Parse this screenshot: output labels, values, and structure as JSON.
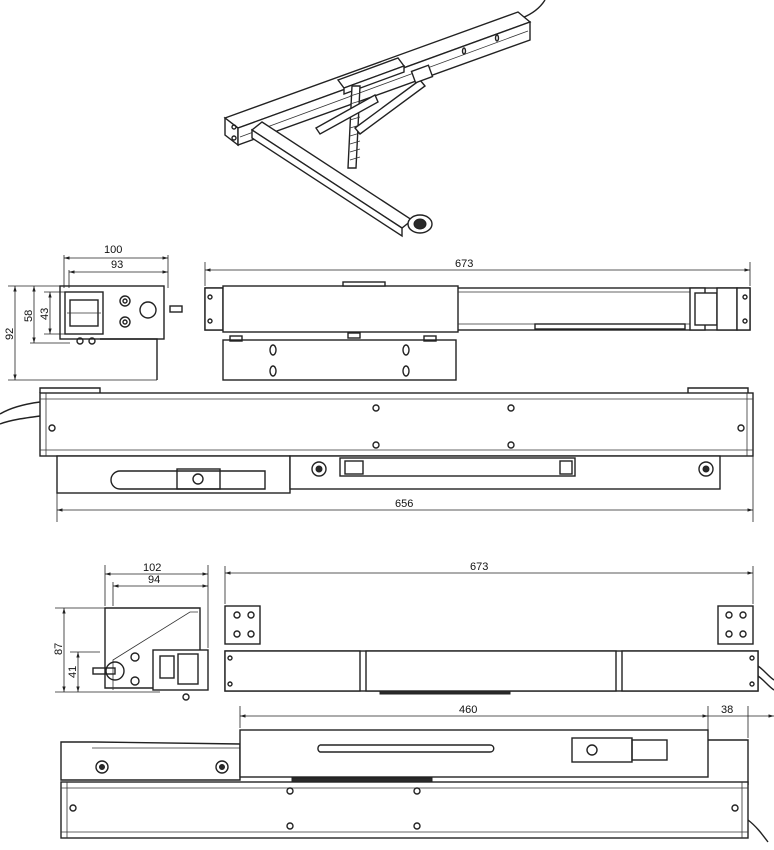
{
  "drawing": {
    "iso_view": {},
    "view_a": {
      "end_width_outer": "100",
      "end_width_inner": "93",
      "end_height_total": "92",
      "end_height_mid": "58",
      "end_height_inner": "43",
      "top_length": "673",
      "side_length": "656"
    },
    "view_b": {
      "end_width_outer": "102",
      "end_width_inner": "94",
      "end_height_total": "87",
      "end_height_inner": "41",
      "top_length": "673",
      "side_stroke": "460",
      "side_offset": "38"
    }
  }
}
